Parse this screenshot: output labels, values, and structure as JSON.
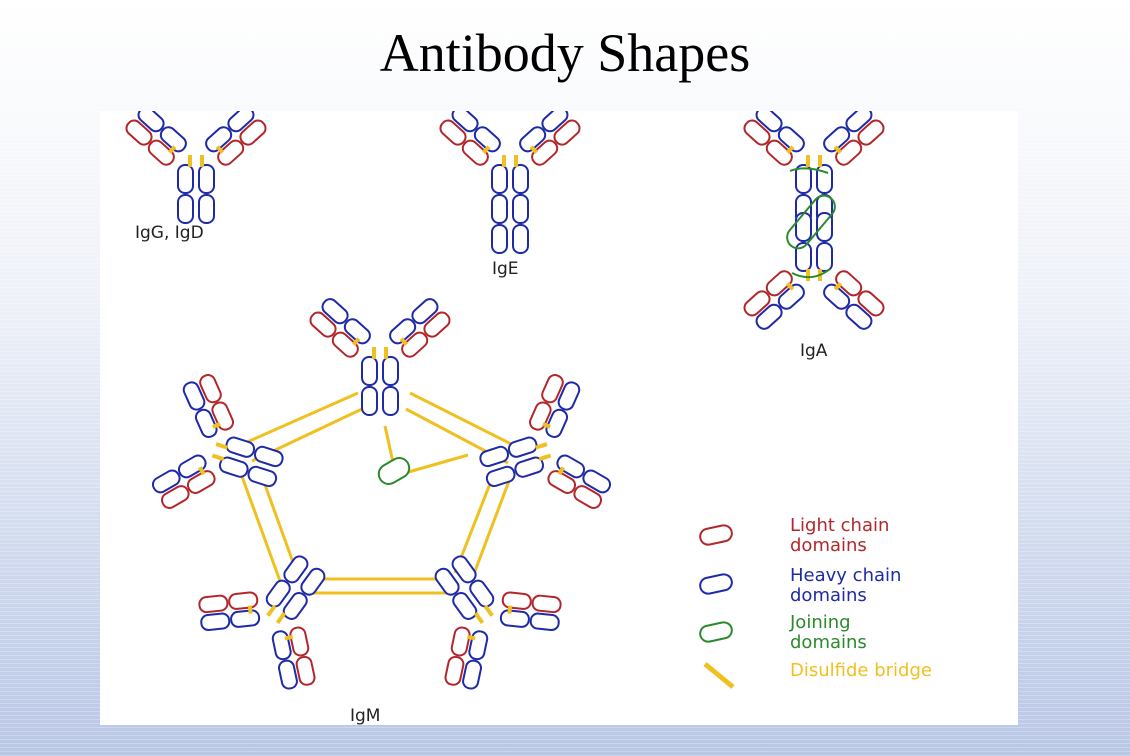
{
  "title": "Antibody Shapes",
  "labels": {
    "igg_igd": "IgG, IgD",
    "ige": "IgE",
    "iga": "IgA",
    "igm": "IgM"
  },
  "legend": {
    "light": {
      "line1": "Light chain",
      "line2": "domains"
    },
    "heavy": {
      "line1": "Heavy chain",
      "line2": "domains"
    },
    "joining": {
      "line1": "Joining",
      "line2": "domains"
    },
    "disulfide": "Disulfide bridge"
  },
  "colors": {
    "light": "#b3272b",
    "heavy": "#1f2aa6",
    "joining": "#2b8a2b",
    "disulfide": "#f0c020"
  }
}
